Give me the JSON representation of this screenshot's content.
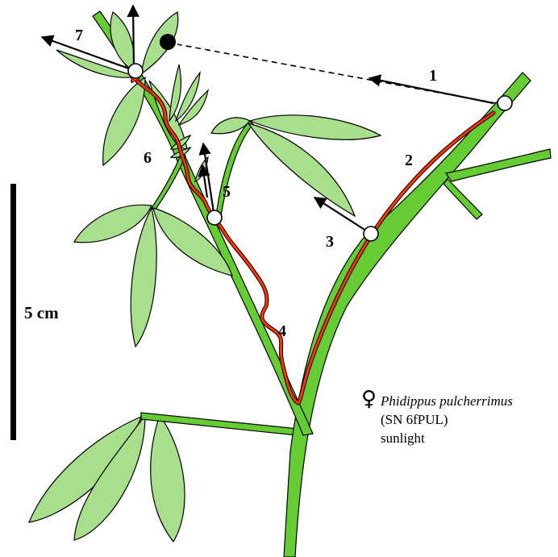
{
  "step_labels": [
    {
      "id": "1",
      "text": "1"
    },
    {
      "id": "2",
      "text": "2"
    },
    {
      "id": "3",
      "text": "3"
    },
    {
      "id": "4",
      "text": "4"
    },
    {
      "id": "5",
      "text": "5"
    },
    {
      "id": "6",
      "text": "6"
    },
    {
      "id": "7",
      "text": "7"
    }
  ],
  "scale_bar": {
    "label": "5 cm"
  },
  "caption": {
    "symbol": "♀",
    "species": "Phidippus pulcherrimus",
    "specimen": "(SN 6fPUL)",
    "condition": "sunlight"
  },
  "colors": {
    "leaf": "#a8df8c",
    "stem": "#66cc33",
    "path": "#ff3300",
    "outline": "#000000"
  }
}
